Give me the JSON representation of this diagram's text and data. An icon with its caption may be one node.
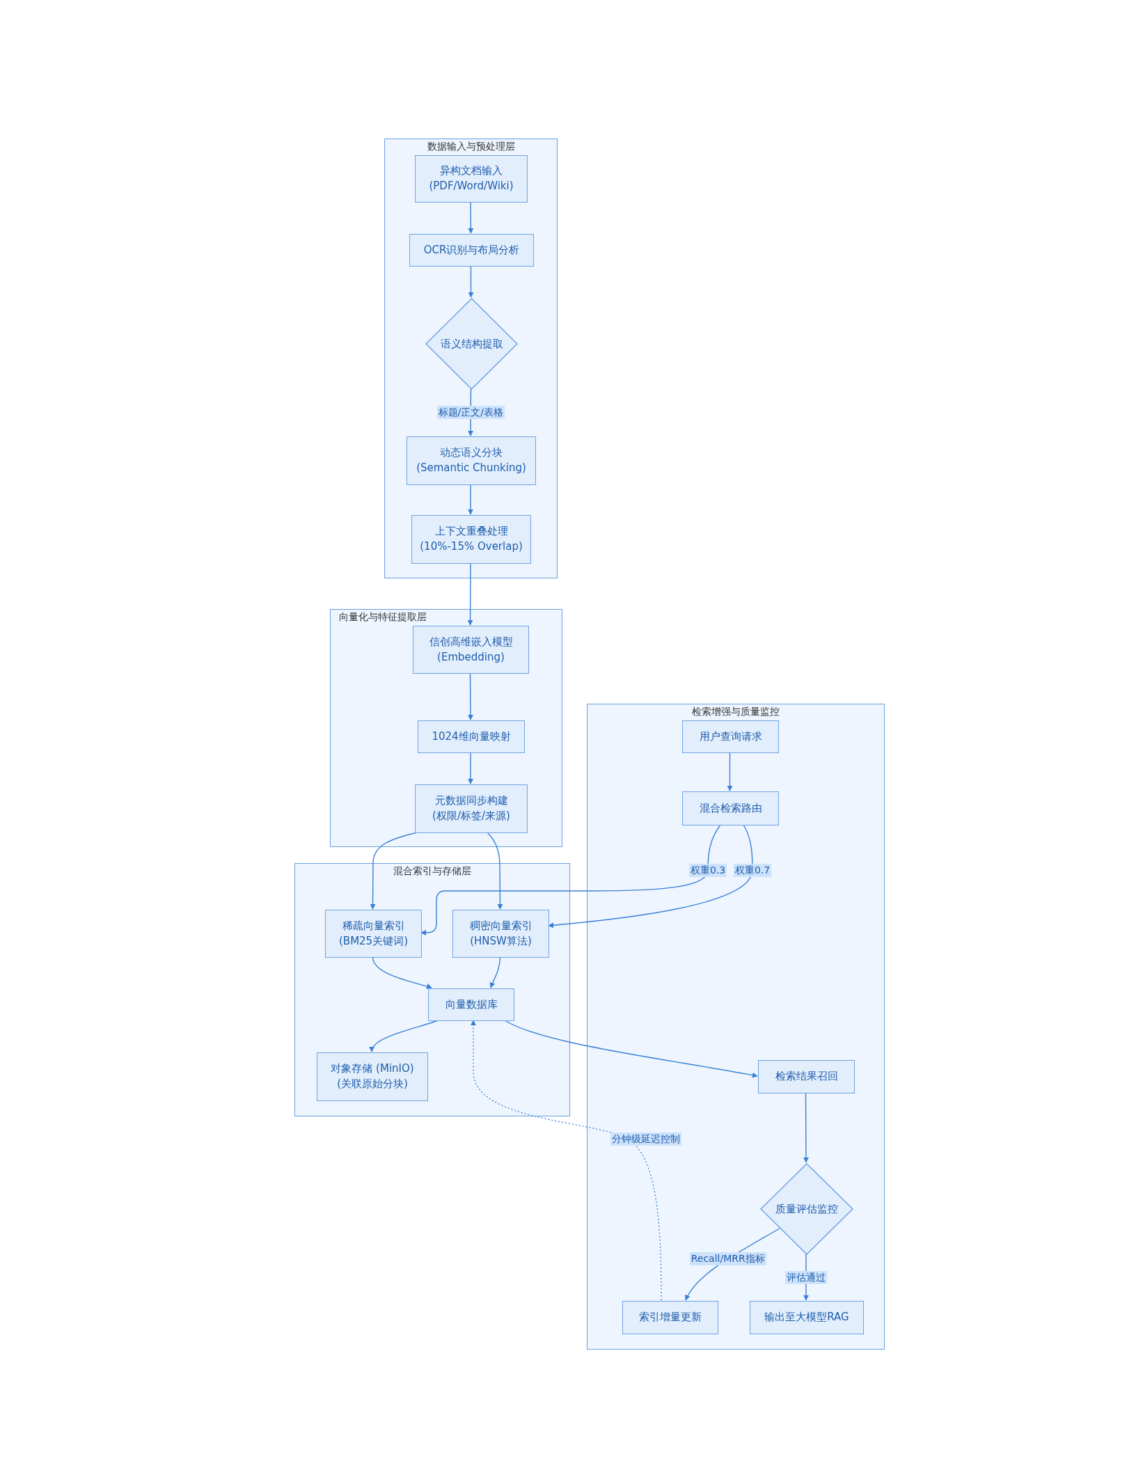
{
  "diagram": {
    "nodes": [
      {
        "text": [
          "数据输入与预处理层"
        ]
      },
      {
        "text": [
          "异构文档输入 (PDF/Word/Wiki)"
        ],
        "in": 0
      },
      {
        "text": [
          "OCR识别与布局分析"
        ],
        "in": 0
      },
      {
        "text": [
          "语义结构提取"
        ],
        "in": 0
      },
      {
        "text": [
          "动态语义分块 (Semantic Chunking)"
        ],
        "in": 0
      },
      {
        "text": [
          "上下文重叠处理 (10%-15% Overlap)"
        ],
        "in": 0
      },
      {
        "text": [
          "向量化与特征提取层"
        ]
      },
      {
        "text": [
          "信创高维嵌入模型 (Embedding)"
        ],
        "in": 6
      },
      {
        "text": [
          "1024维向量映射"
        ],
        "in": 6
      },
      {
        "text": [
          "元数据同步构建 (权限/标签/来源)"
        ],
        "in": 6
      },
      {
        "text": [
          "混合索引与存储层"
        ]
      },
      {
        "text": [
          "稀疏向量索引 (BM25关键词)"
        ],
        "in": 10
      },
      {
        "text": [
          "稠密向量索引 (HNSW算法)"
        ],
        "in": 10
      },
      {
        "text": [
          "向量数据库"
        ],
        "in": 10
      },
      {
        "text": [
          "对象存储 (MinIO) (关联原始分块)"
        ],
        "in": 10
      },
      {
        "text": [
          "检索增强与质量监控"
        ]
      },
      {
        "text": [
          "用户查询请求"
        ],
        "in": 15
      },
      {
        "text": [
          "混合检索路由"
        ],
        "in": 15
      },
      {
        "text": [
          "检索结果召回"
        ],
        "in": 15
      },
      {
        "text": [
          "质量评估监控"
        ],
        "in": 15
      },
      {
        "text": [
          "索引增量更新"
        ],
        "in": 15
      },
      {
        "text": [
          "输出至大模型RAG"
        ],
        "in": 15
      }
    ],
    "edges": [
      {
        "from": 1,
        "to": 2,
        "arrow": "to"
      },
      {
        "from": 2,
        "to": 3,
        "arrow": "to"
      },
      {
        "from": 3,
        "to": 4,
        "arrow": "to",
        "label": "标题/正文/表格"
      },
      {
        "from": 4,
        "to": 5,
        "arrow": "to"
      },
      {
        "from": 5,
        "to": 7,
        "arrow": "to"
      },
      {
        "from": 7,
        "to": 8,
        "arrow": "to"
      },
      {
        "from": 8,
        "to": 9,
        "arrow": "to"
      },
      {
        "from": 9,
        "to": 11,
        "arrow": "to"
      },
      {
        "from": 9,
        "to": 12,
        "arrow": "to"
      },
      {
        "from": 16,
        "to": 17,
        "arrow": "to"
      },
      {
        "from": 17,
        "to": 11,
        "arrow": "to",
        "label": "权重0.3"
      },
      {
        "from": 17,
        "to": 12,
        "arrow": "to",
        "label": "权重0.7"
      },
      {
        "from": 11,
        "to": 13,
        "arrow": "to"
      },
      {
        "from": 12,
        "to": 13,
        "arrow": "to"
      },
      {
        "from": 13,
        "to": 14,
        "arrow": "to"
      },
      {
        "from": 13,
        "to": 18,
        "arrow": "to"
      },
      {
        "from": 18,
        "to": 19,
        "arrow": "to"
      },
      {
        "from": 19,
        "to": 20,
        "arrow": "to",
        "label": "Recall/MRR指标"
      },
      {
        "from": 19,
        "to": 21,
        "arrow": "to",
        "label": "评估通过"
      },
      {
        "from": 20,
        "to": 13,
        "arrow": "to",
        "style": "dashed",
        "label": "分钟级延迟控制"
      }
    ]
  }
}
